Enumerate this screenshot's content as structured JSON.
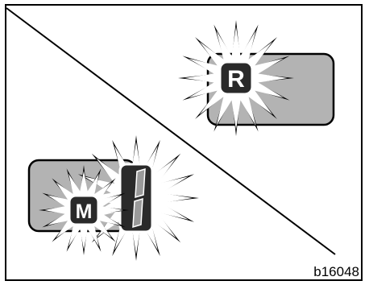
{
  "labels": {
    "indicator_r": "R",
    "indicator_m": "M",
    "figure_code": "b16048"
  },
  "colors": {
    "panel": "#b3b3b3",
    "ink": "#000000",
    "paper": "#ffffff",
    "digit_segment": "#9a9a9a"
  }
}
